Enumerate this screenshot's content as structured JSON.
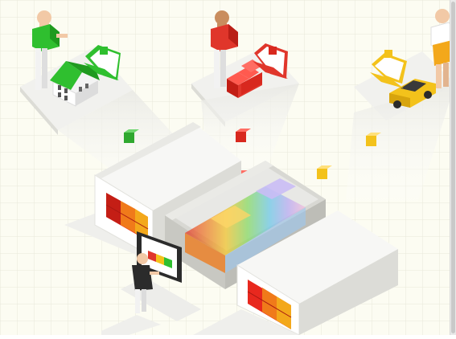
{
  "scene": {
    "background": "#fcfcf2",
    "grid_color": "#e8e8da",
    "sectors": [
      {
        "name": "housing",
        "person_shirt": "#2fbf2f",
        "object": "house-icon",
        "folder": "green-folder-icon",
        "cube": "#2fa82f"
      },
      {
        "name": "health",
        "person_shirt": "#e0362b",
        "object": "red-cross-icon",
        "folder": "red-folder-icon",
        "cube": "#d8281e"
      },
      {
        "name": "transport",
        "person_shirt": "#ffffff",
        "object": "yellow-car-icon",
        "folder": "yellow-folder-icon",
        "cube": "#f3c21b"
      }
    ],
    "data_colors": [
      "#e8281e",
      "#f07a1a",
      "#f3c21b",
      "#7ed957",
      "#62c7e8",
      "#b7a6f5",
      "#f6b8d8"
    ],
    "operator": {
      "shirt": "#2b2b2b",
      "screen_squares": [
        "#e0362b",
        "#f3c21b",
        "#2fbf2f"
      ]
    }
  }
}
